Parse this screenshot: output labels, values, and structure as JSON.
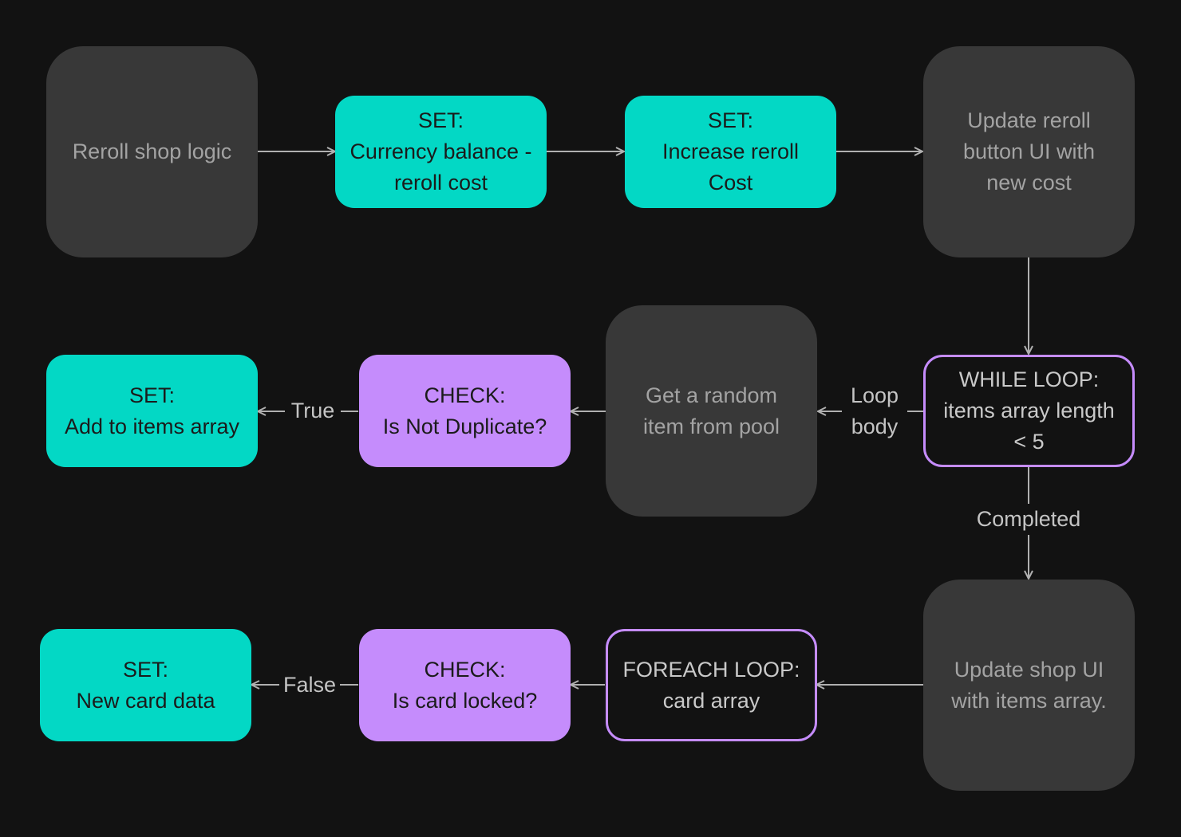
{
  "nodes": {
    "reroll_shop_logic": {
      "lines": [
        "Reroll shop logic"
      ]
    },
    "set_currency": {
      "lines": [
        "SET:",
        "Currency balance -",
        "reroll cost"
      ]
    },
    "set_increase_cost": {
      "lines": [
        "SET:",
        "Increase reroll",
        "Cost"
      ]
    },
    "update_reroll_button": {
      "lines": [
        "Update reroll",
        "button UI with",
        "new cost"
      ]
    },
    "while_loop": {
      "lines": [
        "WHILE LOOP:",
        "items array length",
        "< 5"
      ]
    },
    "get_random_item": {
      "lines": [
        "Get a random",
        "item from pool"
      ]
    },
    "check_not_duplicate": {
      "lines": [
        "CHECK:",
        "Is Not Duplicate?"
      ]
    },
    "set_add_items": {
      "lines": [
        "SET:",
        "Add to items array"
      ]
    },
    "update_shop_ui": {
      "lines": [
        "Update shop UI",
        "with items array."
      ]
    },
    "foreach_loop": {
      "lines": [
        "FOREACH LOOP:",
        "card array"
      ]
    },
    "check_card_locked": {
      "lines": [
        "CHECK:",
        "Is card locked?"
      ]
    },
    "set_new_card": {
      "lines": [
        "SET:",
        "New card data"
      ]
    }
  },
  "edge_labels": {
    "loop_body": [
      "Loop",
      "body"
    ],
    "true": [
      "True"
    ],
    "completed": [
      "Completed"
    ],
    "false": [
      "False"
    ]
  },
  "colors": {
    "background": "#121212",
    "action_node": "#383838",
    "set_node": "#03d8c5",
    "check_node": "#c58cfc",
    "loop_border": "#c58cfc",
    "connector": "#b0b0b0"
  }
}
